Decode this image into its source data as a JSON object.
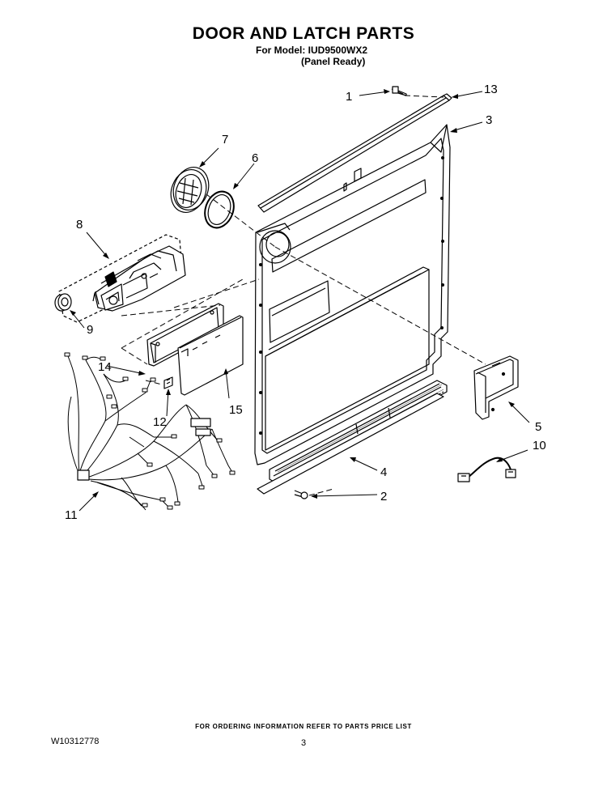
{
  "header": {
    "title": "DOOR AND LATCH PARTS",
    "model_line": "For Model: IUD9500WX2",
    "variant_line": "(Panel Ready)"
  },
  "footer": {
    "ordering_note": "FOR ORDERING INFORMATION REFER TO PARTS PRICE LIST",
    "document_number": "W10312778",
    "page_number": "3"
  },
  "callouts": [
    "1",
    "2",
    "3",
    "4",
    "5",
    "6",
    "7",
    "8",
    "9",
    "10",
    "11",
    "12",
    "13",
    "14",
    "15"
  ]
}
